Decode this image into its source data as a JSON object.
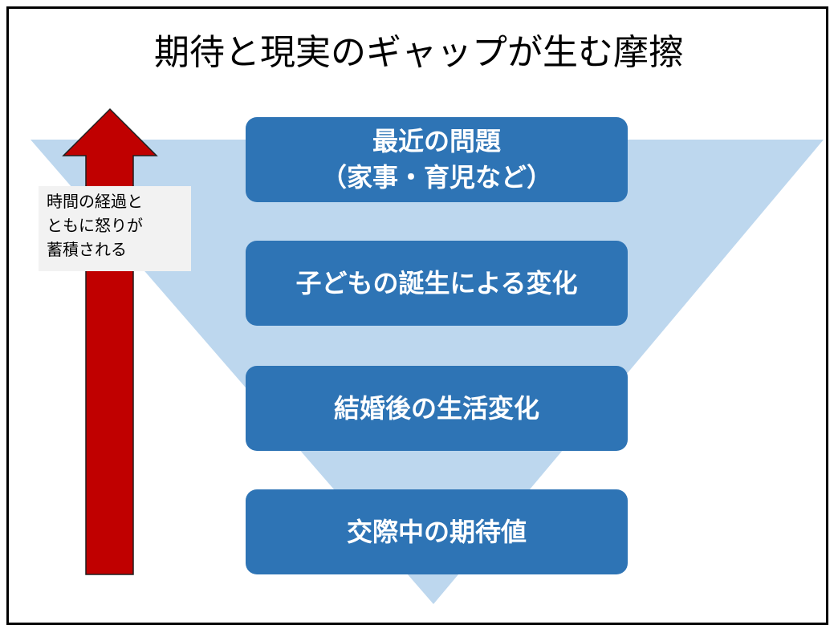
{
  "title": "期待と現実のギャップが生む摩擦",
  "stages": [
    {
      "line1": "最近の問題",
      "line2": "（家事・育児など）"
    },
    {
      "line1": "子どもの誕生による変化",
      "line2": ""
    },
    {
      "line1": "結婚後の生活変化",
      "line2": ""
    },
    {
      "line1": "交際中の期待値",
      "line2": ""
    }
  ],
  "arrow_note": [
    "時間の経過と",
    "ともに怒りが",
    "蓄積される"
  ],
  "colors": {
    "funnel": "#bdd7ee",
    "box": "#2e74b5",
    "arrow": "#c00000",
    "note_bg": "#f2f2f2"
  }
}
